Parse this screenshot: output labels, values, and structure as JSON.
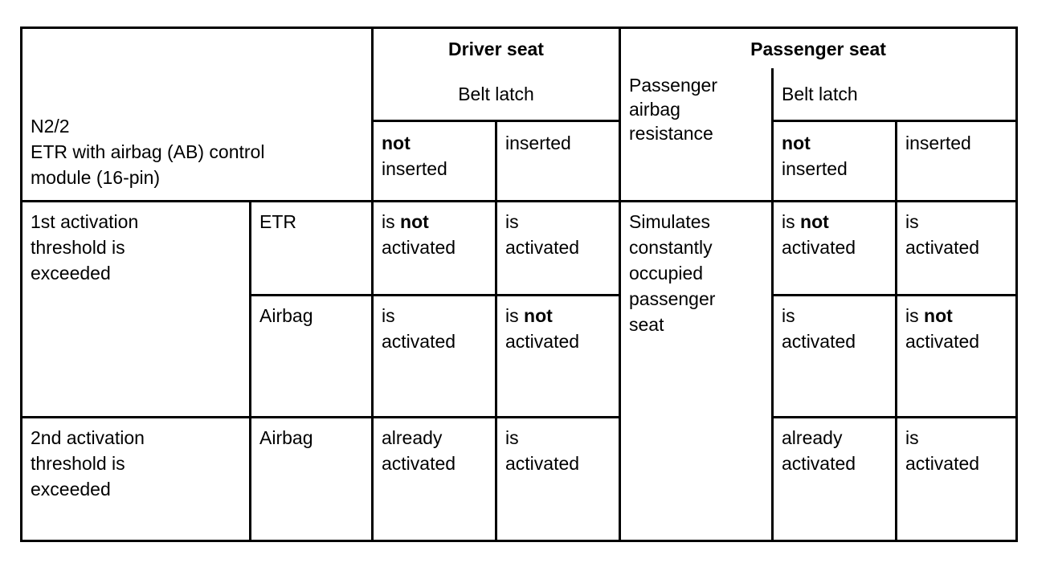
{
  "header": {
    "corner": [
      "N2/2",
      "ETR with airbag (AB) control",
      "module (16-pin)"
    ],
    "driver_seat": "Driver seat",
    "passenger_seat": "Passenger seat",
    "belt_latch": "Belt latch",
    "passenger_airbag_resistance": [
      "Passenger",
      "airbag",
      "resistance"
    ],
    "not": "not",
    "inserted": "inserted"
  },
  "rows": {
    "first_threshold": [
      "1st activation",
      "threshold is",
      "exceeded"
    ],
    "second_threshold": [
      "2nd activation",
      "threshold is",
      "exceeded"
    ],
    "etr": "ETR",
    "airbag": "Airbag",
    "is": "is",
    "not": "not",
    "activated": "activated",
    "already": "already",
    "simulates": [
      "Simulates",
      "constantly",
      "occupied",
      "passenger",
      "seat"
    ]
  }
}
